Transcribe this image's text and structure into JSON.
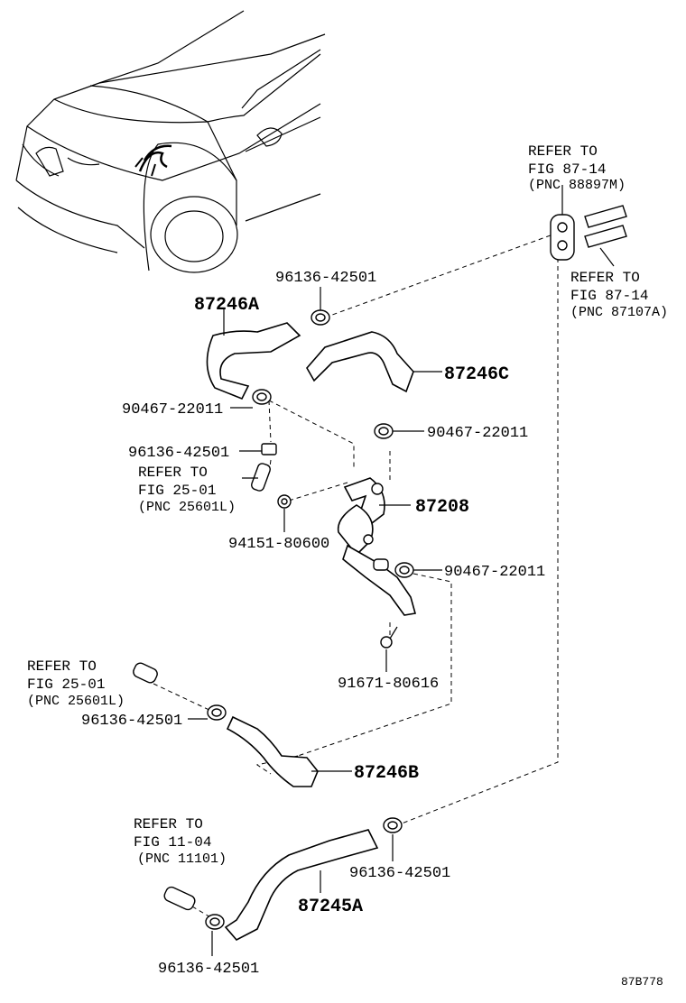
{
  "labels": {
    "pn_87246A": "87246A",
    "pn_87246C": "87246C",
    "pn_87208": "87208",
    "pn_87246B": "87246B",
    "pn_87245A": "87245A",
    "clamp_top": "96136-42501",
    "clamp_left_mid": "96136-42501",
    "clamp_lower_left": "96136-42501",
    "clamp_bottom_right": "96136-42501",
    "clamp_bottom": "96136-42501",
    "clip_left": "90467-22011",
    "clip_right_upper": "90467-22011",
    "clip_right_lower": "90467-22011",
    "nut": "94151-80600",
    "bolt": "91671-80616",
    "diagram_code": "87B778"
  },
  "refs": {
    "top_right_1": {
      "l1": "REFER TO",
      "l2": "FIG 87-14",
      "l3": "(PNC 88897M)"
    },
    "top_right_2": {
      "l1": "REFER TO",
      "l2": "FIG 87-14",
      "l3": "(PNC 87107A)"
    },
    "mid_left": {
      "l1": "REFER TO",
      "l2": "FIG 25-01",
      "l3": "(PNC 25601L)"
    },
    "lower_left": {
      "l1": "REFER TO",
      "l2": "FIG 25-01",
      "l3": "(PNC 25601L)"
    },
    "bottom_left": {
      "l1": "REFER TO",
      "l2": "FIG 11-04",
      "l3": "(PNC 11101)"
    }
  }
}
